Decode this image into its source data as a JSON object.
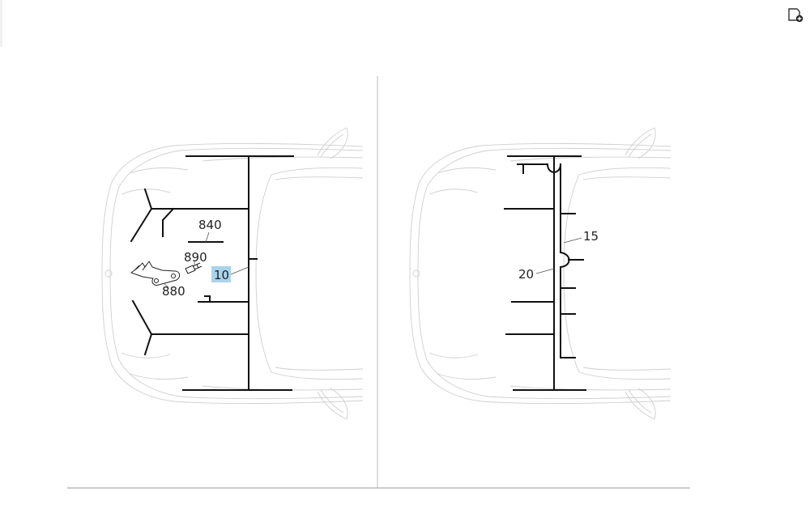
{
  "toolbar": {
    "add_icon": "document-plus-icon"
  },
  "diagram": {
    "left_panel": {
      "callouts": [
        {
          "id": "840",
          "label": "840",
          "highlighted": false
        },
        {
          "id": "890",
          "label": "890",
          "highlighted": false
        },
        {
          "id": "880",
          "label": "880",
          "highlighted": false
        },
        {
          "id": "10",
          "label": "10",
          "highlighted": true
        }
      ]
    },
    "right_panel": {
      "callouts": [
        {
          "id": "15",
          "label": "15",
          "highlighted": false
        },
        {
          "id": "20",
          "label": "20",
          "highlighted": false
        }
      ]
    },
    "highlight_color": "#a9d3ea"
  }
}
